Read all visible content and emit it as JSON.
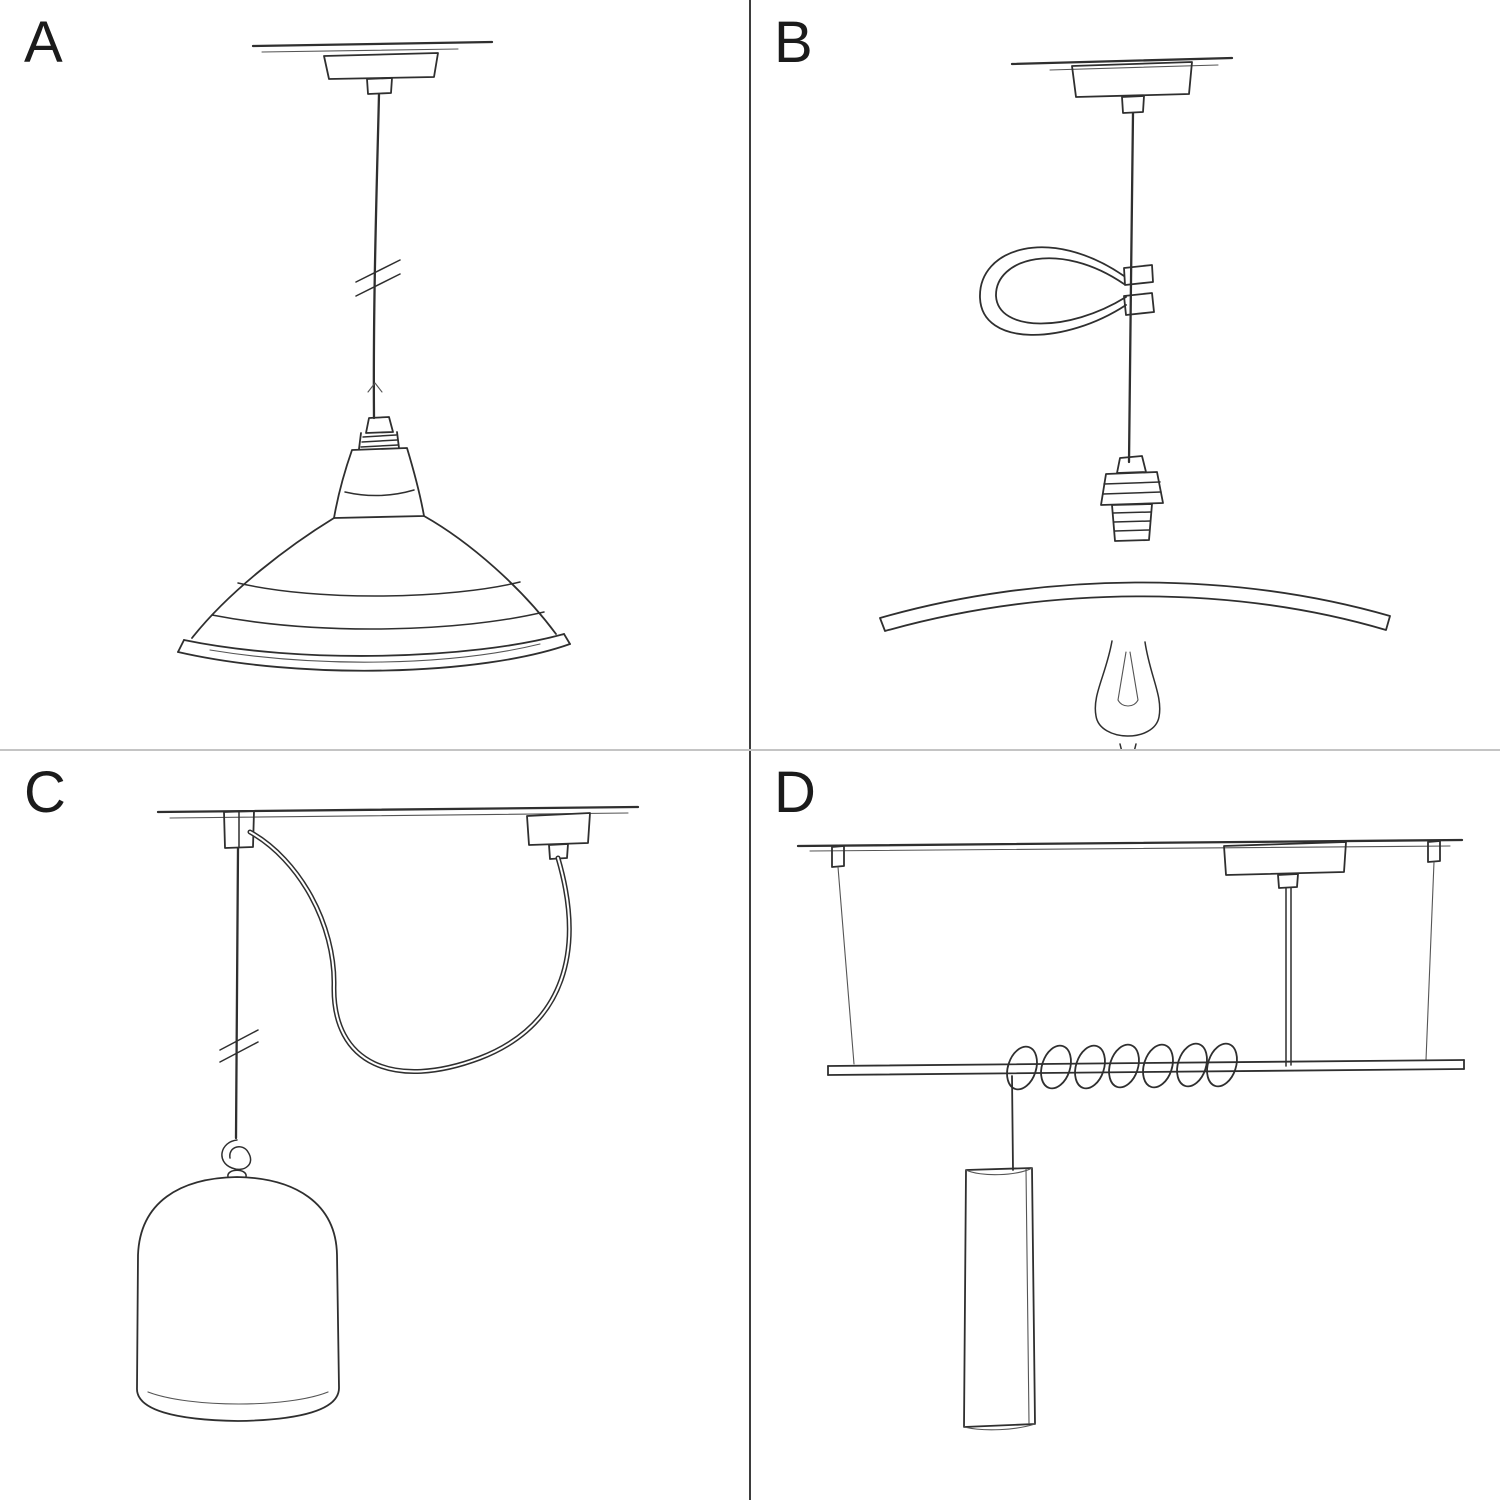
{
  "page": {
    "background_color": "#ffffff",
    "divider_vertical_color": "#3d3d3d",
    "divider_horizontal_color": "#c4c4c4",
    "sketch_stroke_color": "#2f2f2f"
  },
  "panels": [
    {
      "label": "A",
      "sketch": "pendant-industrial-bistro-shade-sketch"
    },
    {
      "label": "B",
      "sketch": "pendant-flat-plate-shade-bulb-cable-clip-sketch"
    },
    {
      "label": "C",
      "sketch": "swag-pendant-bell-cloche-shade-sketch"
    },
    {
      "label": "D",
      "sketch": "bar-suspension-coiled-cable-tube-shade-sketch"
    }
  ]
}
